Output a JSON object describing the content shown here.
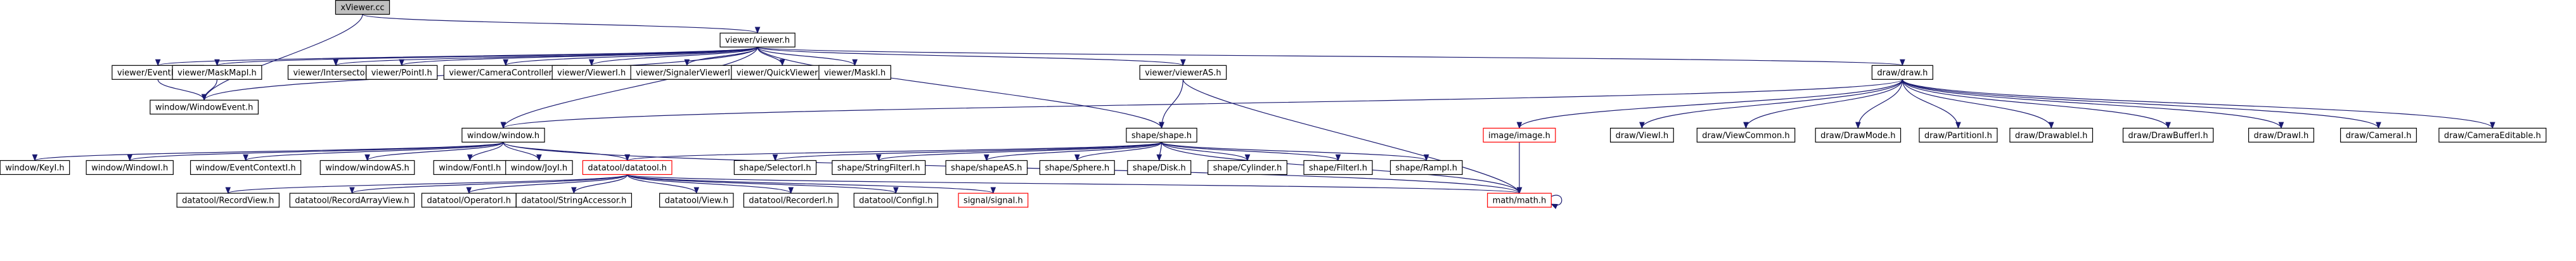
{
  "graph": {
    "edge_color": "#191970",
    "root_fill": "#bfbfbf",
    "missing_stroke": "#ff0000",
    "nodes": [
      {
        "id": "xviewer_cc",
        "label": "xViewer.cc",
        "kind": "root"
      },
      {
        "id": "viewer_viewer_h",
        "label": "viewer/viewer.h",
        "kind": "normal"
      },
      {
        "id": "viewer_eventmapi_h",
        "label": "viewer/EventMapI.h",
        "kind": "normal"
      },
      {
        "id": "viewer_maskmapi_h",
        "label": "viewer/MaskMapI.h",
        "kind": "normal"
      },
      {
        "id": "viewer_intersectori_h",
        "label": "viewer/IntersectorI.h",
        "kind": "normal"
      },
      {
        "id": "viewer_pointi_h",
        "label": "viewer/PointI.h",
        "kind": "normal"
      },
      {
        "id": "viewer_cameracontrolleri_h",
        "label": "viewer/CameraControllerI.h",
        "kind": "normal"
      },
      {
        "id": "viewer_viewi_h",
        "label": "viewer/ViewerI.h",
        "kind": "normal"
      },
      {
        "id": "viewer_signalerviewi_h",
        "label": "viewer/SignalerViewerI.h",
        "kind": "normal"
      },
      {
        "id": "viewer_quickvieweri_h",
        "label": "viewer/QuickViewerI.h",
        "kind": "normal"
      },
      {
        "id": "viewer_maski_h",
        "label": "viewer/MaskI.h",
        "kind": "normal"
      },
      {
        "id": "viewer_vieweras_h",
        "label": "viewer/viewerAS.h",
        "kind": "normal"
      },
      {
        "id": "draw_draw_h",
        "label": "draw/draw.h",
        "kind": "normal"
      },
      {
        "id": "window_windowevent_h",
        "label": "window/WindowEvent.h",
        "kind": "normal"
      },
      {
        "id": "window_window_h",
        "label": "window/window.h",
        "kind": "normal"
      },
      {
        "id": "shape_shape_h",
        "label": "shape/shape.h",
        "kind": "normal"
      },
      {
        "id": "image_image_h",
        "label": "image/image.h",
        "kind": "missing"
      },
      {
        "id": "draw_viewi_h",
        "label": "draw/ViewI.h",
        "kind": "normal"
      },
      {
        "id": "draw_viewcommon_h",
        "label": "draw/ViewCommon.h",
        "kind": "normal"
      },
      {
        "id": "draw_drawmode_h",
        "label": "draw/DrawMode.h",
        "kind": "normal"
      },
      {
        "id": "draw_partitioni_h",
        "label": "draw/PartitionI.h",
        "kind": "normal"
      },
      {
        "id": "draw_drawablei_h",
        "label": "draw/DrawableI.h",
        "kind": "normal"
      },
      {
        "id": "draw_drawbufferi_h",
        "label": "draw/DrawBufferI.h",
        "kind": "normal"
      },
      {
        "id": "draw_drawi_h",
        "label": "draw/DrawI.h",
        "kind": "normal"
      },
      {
        "id": "draw_camerai_h",
        "label": "draw/CameraI.h",
        "kind": "normal"
      },
      {
        "id": "draw_cameraeditable_h",
        "label": "draw/CameraEditable.h",
        "kind": "normal"
      },
      {
        "id": "window_keyi_h",
        "label": "window/KeyI.h",
        "kind": "normal"
      },
      {
        "id": "window_windowi_h",
        "label": "window/WindowI.h",
        "kind": "normal"
      },
      {
        "id": "window_eventcontexti_h",
        "label": "window/EventContextI.h",
        "kind": "normal"
      },
      {
        "id": "window_windowas_h",
        "label": "window/windowAS.h",
        "kind": "normal"
      },
      {
        "id": "window_fonti_h",
        "label": "window/FontI.h",
        "kind": "normal"
      },
      {
        "id": "window_joyi_h",
        "label": "window/JoyI.h",
        "kind": "normal"
      },
      {
        "id": "datatool_datatool_h",
        "label": "datatool/datatool.h",
        "kind": "missing"
      },
      {
        "id": "shape_selectori_h",
        "label": "shape/SelectorI.h",
        "kind": "normal"
      },
      {
        "id": "shape_stringfilteri_h",
        "label": "shape/StringFilterI.h",
        "kind": "normal"
      },
      {
        "id": "shape_shapeas_h",
        "label": "shape/shapeAS.h",
        "kind": "normal"
      },
      {
        "id": "shape_sphere_h",
        "label": "shape/Sphere.h",
        "kind": "normal"
      },
      {
        "id": "shape_disk_h",
        "label": "shape/Disk.h",
        "kind": "normal"
      },
      {
        "id": "shape_cylinder_h",
        "label": "shape/Cylinder.h",
        "kind": "normal"
      },
      {
        "id": "shape_filteri_h",
        "label": "shape/FilterI.h",
        "kind": "normal"
      },
      {
        "id": "shape_rampi_h",
        "label": "shape/RampI.h",
        "kind": "normal"
      },
      {
        "id": "datatool_recordview_h",
        "label": "datatool/RecordView.h",
        "kind": "normal"
      },
      {
        "id": "datatool_recordarrayview_h",
        "label": "datatool/RecordArrayView.h",
        "kind": "normal"
      },
      {
        "id": "datatool_operatori_h",
        "label": "datatool/OperatorI.h",
        "kind": "normal"
      },
      {
        "id": "datatool_stringaccessor_h",
        "label": "datatool/StringAccessor.h",
        "kind": "normal"
      },
      {
        "id": "datatool_view_h",
        "label": "datatool/View.h",
        "kind": "normal"
      },
      {
        "id": "datatool_recorderi_h",
        "label": "datatool/RecorderI.h",
        "kind": "normal"
      },
      {
        "id": "datatool_configi_h",
        "label": "datatool/ConfigI.h",
        "kind": "normal"
      },
      {
        "id": "signal_signal_h",
        "label": "signal/signal.h",
        "kind": "missing"
      },
      {
        "id": "math_math_h",
        "label": "math/math.h",
        "kind": "missing"
      }
    ],
    "edges": [
      [
        "xviewer_cc",
        "viewer_viewer_h"
      ],
      [
        "xviewer_cc",
        "window_windowevent_h"
      ],
      [
        "viewer_viewer_h",
        "viewer_eventmapi_h"
      ],
      [
        "viewer_viewer_h",
        "viewer_maskmapi_h"
      ],
      [
        "viewer_viewer_h",
        "viewer_intersectori_h"
      ],
      [
        "viewer_viewer_h",
        "viewer_pointi_h"
      ],
      [
        "viewer_viewer_h",
        "viewer_cameracontrolleri_h"
      ],
      [
        "viewer_viewer_h",
        "viewer_viewi_h"
      ],
      [
        "viewer_viewer_h",
        "viewer_signalerviewi_h"
      ],
      [
        "viewer_viewer_h",
        "viewer_quickvieweri_h"
      ],
      [
        "viewer_viewer_h",
        "viewer_maski_h"
      ],
      [
        "viewer_viewer_h",
        "viewer_vieweras_h"
      ],
      [
        "viewer_viewer_h",
        "draw_draw_h"
      ],
      [
        "viewer_viewer_h",
        "window_windowevent_h"
      ],
      [
        "viewer_viewer_h",
        "shape_shape_h"
      ],
      [
        "viewer_viewer_h",
        "window_window_h"
      ],
      [
        "viewer_eventmapi_h",
        "window_windowevent_h"
      ],
      [
        "viewer_maskmapi_h",
        "window_windowevent_h"
      ],
      [
        "viewer_vieweras_h",
        "shape_shape_h"
      ],
      [
        "viewer_vieweras_h",
        "math_math_h"
      ],
      [
        "draw_draw_h",
        "image_image_h"
      ],
      [
        "draw_draw_h",
        "draw_viewi_h"
      ],
      [
        "draw_draw_h",
        "draw_viewcommon_h"
      ],
      [
        "draw_draw_h",
        "draw_drawmode_h"
      ],
      [
        "draw_draw_h",
        "draw_partitioni_h"
      ],
      [
        "draw_draw_h",
        "draw_drawablei_h"
      ],
      [
        "draw_draw_h",
        "draw_drawbufferi_h"
      ],
      [
        "draw_draw_h",
        "draw_drawi_h"
      ],
      [
        "draw_draw_h",
        "draw_camerai_h"
      ],
      [
        "draw_draw_h",
        "draw_cameraeditable_h"
      ],
      [
        "draw_draw_h",
        "window_window_h"
      ],
      [
        "image_image_h",
        "math_math_h"
      ],
      [
        "window_window_h",
        "window_keyi_h"
      ],
      [
        "window_window_h",
        "window_windowi_h"
      ],
      [
        "window_window_h",
        "window_eventcontexti_h"
      ],
      [
        "window_window_h",
        "window_windowas_h"
      ],
      [
        "window_window_h",
        "window_fonti_h"
      ],
      [
        "window_window_h",
        "window_joyi_h"
      ],
      [
        "window_window_h",
        "datatool_datatool_h"
      ],
      [
        "window_window_h",
        "math_math_h"
      ],
      [
        "shape_shape_h",
        "shape_selectori_h"
      ],
      [
        "shape_shape_h",
        "shape_stringfilteri_h"
      ],
      [
        "shape_shape_h",
        "shape_shapeas_h"
      ],
      [
        "shape_shape_h",
        "shape_sphere_h"
      ],
      [
        "shape_shape_h",
        "shape_disk_h"
      ],
      [
        "shape_shape_h",
        "shape_cylinder_h"
      ],
      [
        "shape_shape_h",
        "shape_filteri_h"
      ],
      [
        "shape_shape_h",
        "shape_rampi_h"
      ],
      [
        "shape_shape_h",
        "datatool_datatool_h"
      ],
      [
        "shape_shape_h",
        "math_math_h"
      ],
      [
        "datatool_datatool_h",
        "datatool_recordview_h"
      ],
      [
        "datatool_datatool_h",
        "datatool_recordarrayview_h"
      ],
      [
        "datatool_datatool_h",
        "datatool_operatori_h"
      ],
      [
        "datatool_datatool_h",
        "datatool_stringaccessor_h"
      ],
      [
        "datatool_datatool_h",
        "datatool_view_h"
      ],
      [
        "datatool_datatool_h",
        "datatool_recorderi_h"
      ],
      [
        "datatool_datatool_h",
        "datatool_configi_h"
      ],
      [
        "datatool_datatool_h",
        "signal_signal_h"
      ],
      [
        "datatool_datatool_h",
        "math_math_h"
      ],
      [
        "math_math_h",
        "math_math_h"
      ]
    ]
  }
}
